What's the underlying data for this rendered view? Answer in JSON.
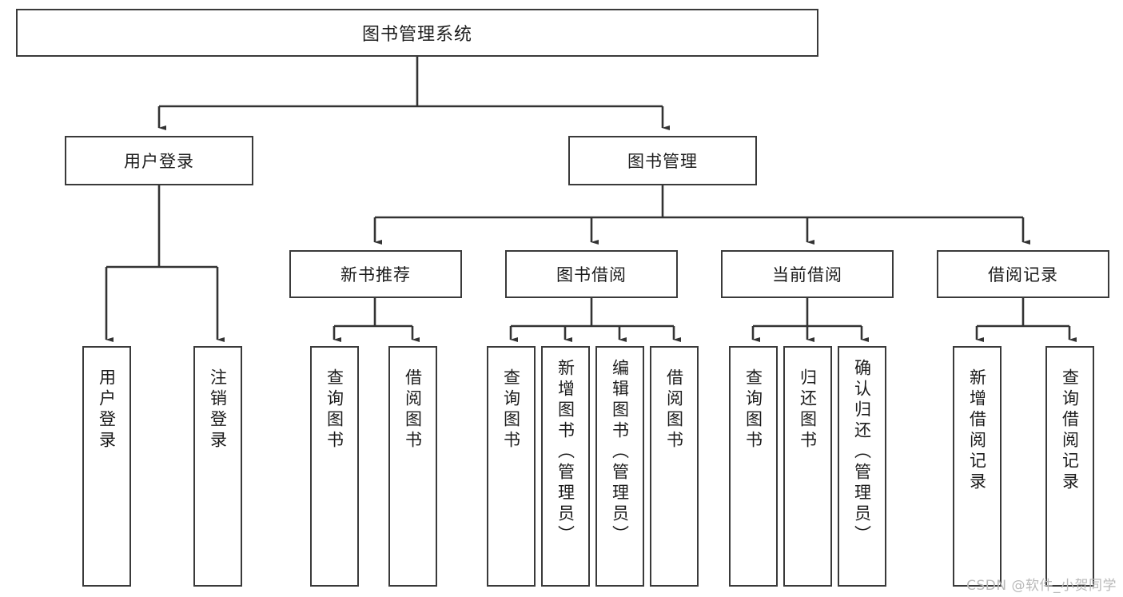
{
  "diagram": {
    "title": "图书管理系统",
    "type": "tree-hierarchy-diagram",
    "watermark": "CSDN @软件_小贺同学",
    "colors": {
      "box_border": "#3a3a3a",
      "box_fill": "#ffffff",
      "line": "#333333",
      "watermark": "#b9b9b9"
    },
    "root": {
      "label": "图书管理系统"
    },
    "level2": [
      {
        "label": "用户登录"
      },
      {
        "label": "图书管理"
      }
    ],
    "level3": [
      {
        "label": "新书推荐"
      },
      {
        "label": "图书借阅"
      },
      {
        "label": "当前借阅"
      },
      {
        "label": "借阅记录"
      }
    ],
    "leaves": {
      "user_login": [
        {
          "label": "用户登录"
        },
        {
          "label": "注销登录"
        }
      ],
      "new_book_recommend": [
        {
          "label": "查询图书"
        },
        {
          "label": "借阅图书"
        }
      ],
      "book_borrow": [
        {
          "label": "查询图书"
        },
        {
          "label": "新增图书（管理员）"
        },
        {
          "label": "编辑图书（管理员）"
        },
        {
          "label": "借阅图书"
        }
      ],
      "current_borrow": [
        {
          "label": "查询图书"
        },
        {
          "label": "归还图书"
        },
        {
          "label": "确认归还（管理员）"
        }
      ],
      "borrow_record": [
        {
          "label": "新增借阅记录"
        },
        {
          "label": "查询借阅记录"
        }
      ]
    }
  }
}
